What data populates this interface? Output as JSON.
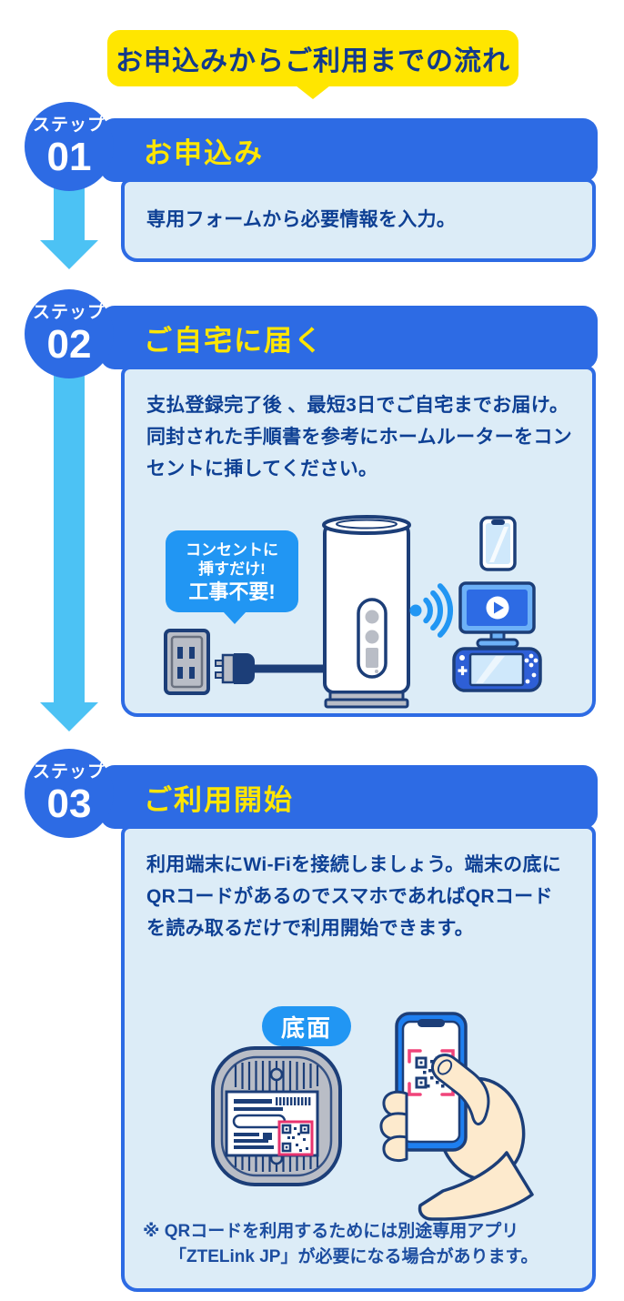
{
  "banner": {
    "title": "お申込みからご利用までの流れ"
  },
  "colors": {
    "primary_blue": "#2d6be4",
    "accent_yellow": "#ffe600",
    "card_light_blue": "#dcecf7",
    "arrow_sky_blue": "#4cc2f4",
    "azure_bubble": "#2196f3",
    "navy_body_text": "#0e4094",
    "illustration_outline_navy": "#1c3e78",
    "pink_accent": "#f0447a",
    "device_gray": "#b9bdc6",
    "skin": "#fdeacd"
  },
  "steps": [
    {
      "label": "ステップ",
      "number": "01",
      "title": "お申込み",
      "body": "専用フォームから必要情報を入力。"
    },
    {
      "label": "ステップ",
      "number": "02",
      "title": "ご自宅に届く",
      "body": "支払登録完了後 、最短3日でご自宅までお届け。同封された手順書を参考にホームルーターをコンセントに挿してください。",
      "bubble": [
        "コンセントに",
        "挿すだけ!",
        "工事不要!"
      ],
      "illustration_icons": [
        "speech-bubble",
        "power-outlet",
        "power-plug",
        "home-router",
        "wifi-waves",
        "smartphone",
        "tv-streaming",
        "game-console"
      ]
    },
    {
      "label": "ステップ",
      "number": "03",
      "title": "ご利用開始",
      "body": "利用端末にWi-Fiを接続しましょう。端末の底にQRコードがあるのでスマホであればQRコードを読み取るだけで利用開始できます。",
      "bottom_label": "底面",
      "note": "※ QRコードを利用するためには別途専用アプリ「ZTELink JP」が必要になる場合があります。",
      "illustration_icons": [
        "router-bottom-face",
        "qr-label",
        "barcode",
        "hand-holding-smartphone",
        "qr-scan-frame"
      ]
    }
  ]
}
